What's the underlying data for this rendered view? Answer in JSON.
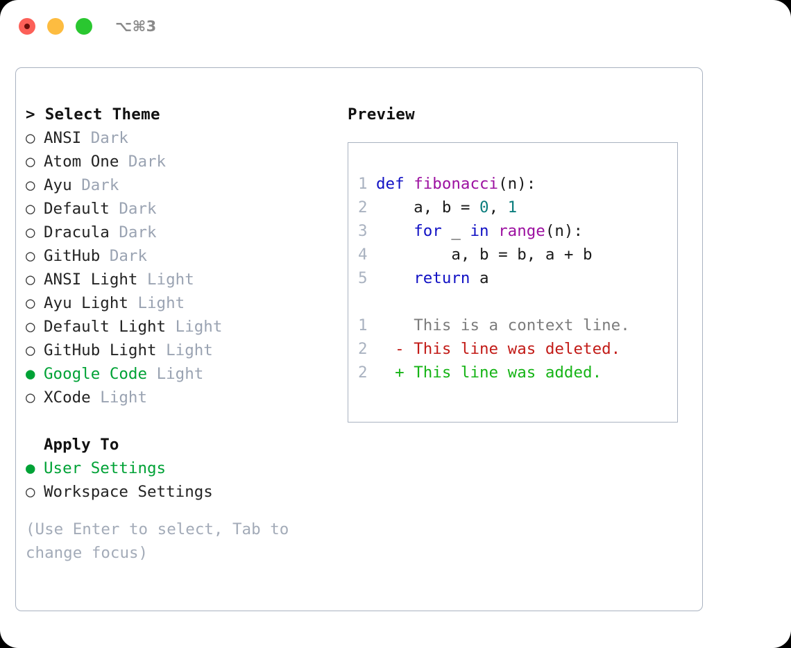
{
  "titlebar": {
    "shortcut": "⌥⌘3",
    "lights": [
      {
        "name": "close",
        "color": "#fc6058"
      },
      {
        "name": "minimize",
        "color": "#fdbc40"
      },
      {
        "name": "maximize",
        "color": "#2ac730"
      }
    ]
  },
  "theme_picker": {
    "prompt": "> Select Theme",
    "items": [
      {
        "bullet": "○",
        "name": "ANSI",
        "variant": "Dark",
        "selected": false
      },
      {
        "bullet": "○",
        "name": "Atom One",
        "variant": "Dark",
        "selected": false
      },
      {
        "bullet": "○",
        "name": "Ayu",
        "variant": "Dark",
        "selected": false
      },
      {
        "bullet": "○",
        "name": "Default",
        "variant": "Dark",
        "selected": false
      },
      {
        "bullet": "○",
        "name": "Dracula",
        "variant": "Dark",
        "selected": false
      },
      {
        "bullet": "○",
        "name": "GitHub",
        "variant": "Dark",
        "selected": false
      },
      {
        "bullet": "○",
        "name": "ANSI Light",
        "variant": "Light",
        "selected": false
      },
      {
        "bullet": "○",
        "name": "Ayu Light",
        "variant": "Light",
        "selected": false
      },
      {
        "bullet": "○",
        "name": "Default Light",
        "variant": "Light",
        "selected": false
      },
      {
        "bullet": "○",
        "name": "GitHub Light",
        "variant": "Light",
        "selected": false
      },
      {
        "bullet": "●",
        "name": "Google Code",
        "variant": "Light",
        "selected": true
      },
      {
        "bullet": "○",
        "name": "XCode",
        "variant": "Light",
        "selected": false
      }
    ]
  },
  "apply_to": {
    "heading": "Apply To",
    "options": [
      {
        "bullet": "●",
        "label": "User Settings",
        "selected": true
      },
      {
        "bullet": "○",
        "label": "Workspace Settings",
        "selected": false
      }
    ]
  },
  "hint": "(Use Enter to select, Tab to change focus)",
  "preview": {
    "title": "Preview",
    "code_lines": [
      {
        "no": "1",
        "tokens": [
          {
            "t": "def ",
            "c": "kw"
          },
          {
            "t": "fibonacci",
            "c": "fn"
          },
          {
            "t": "(n):",
            "c": "pl"
          }
        ]
      },
      {
        "no": "2",
        "tokens": [
          {
            "t": "    a, b = ",
            "c": "pl"
          },
          {
            "t": "0",
            "c": "num"
          },
          {
            "t": ", ",
            "c": "pl"
          },
          {
            "t": "1",
            "c": "num"
          }
        ]
      },
      {
        "no": "3",
        "tokens": [
          {
            "t": "    ",
            "c": "pl"
          },
          {
            "t": "for",
            "c": "kw"
          },
          {
            "t": " _ ",
            "c": "pl"
          },
          {
            "t": "in",
            "c": "kw"
          },
          {
            "t": " ",
            "c": "pl"
          },
          {
            "t": "range",
            "c": "fn"
          },
          {
            "t": "(n):",
            "c": "pl"
          }
        ]
      },
      {
        "no": "4",
        "tokens": [
          {
            "t": "        a, b = b, a + b",
            "c": "pl"
          }
        ]
      },
      {
        "no": "5",
        "tokens": [
          {
            "t": "    ",
            "c": "pl"
          },
          {
            "t": "return",
            "c": "kw"
          },
          {
            "t": " a",
            "c": "pl"
          }
        ]
      }
    ],
    "diff_lines": [
      {
        "no": "1",
        "marker": "  ",
        "text": "This is a context line.",
        "kind": "ctx"
      },
      {
        "no": "2",
        "marker": "- ",
        "text": "This line was deleted.",
        "kind": "del"
      },
      {
        "no": "2",
        "marker": "+ ",
        "text": "This line was added.",
        "kind": "add"
      }
    ]
  },
  "colors": {
    "accent_green": "#00a236",
    "muted": "#9aa3b2",
    "border": "#a9b2c0",
    "keyword": "#1111c4",
    "function": "#9c10a0",
    "number": "#0b7d7d",
    "diff_add": "#16b416",
    "diff_del": "#c21b17",
    "diff_ctx": "#7c7c7c"
  }
}
